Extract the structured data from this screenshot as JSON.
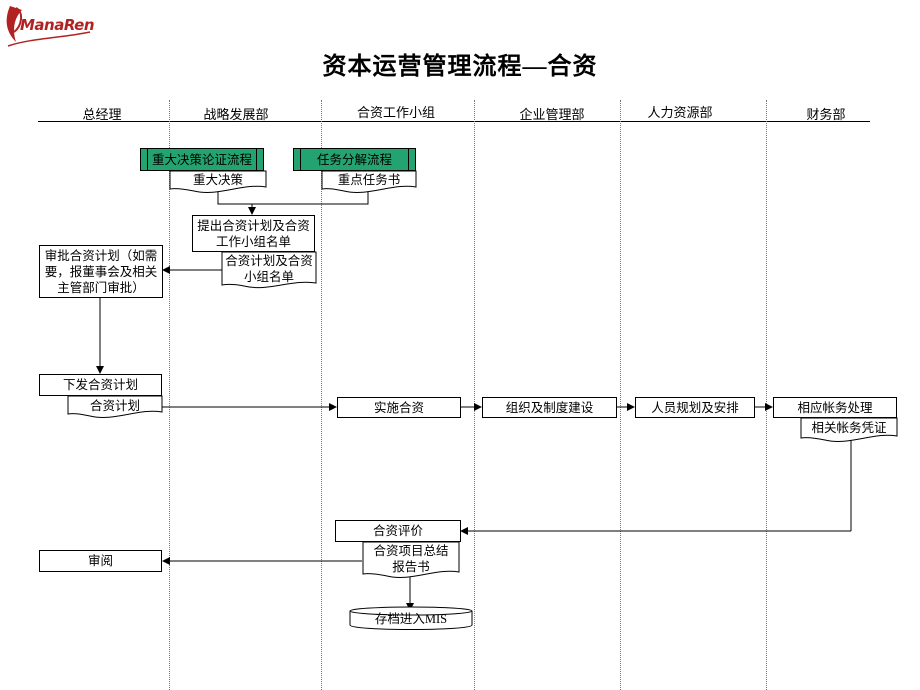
{
  "logo": {
    "text": "ManaRen"
  },
  "title": "资本运营管理流程—合资",
  "lanes": [
    "总经理",
    "战略发展部",
    "合资工作小组",
    "企业管理部",
    "人力资源部",
    "财务部"
  ],
  "nodes": {
    "major_decision_flow": "重大决策论证流程",
    "major_decision_doc": "重大决策",
    "task_breakdown_flow": "任务分解流程",
    "key_task_doc": "重点任务书",
    "propose_plan": "提出合资计划及合资工作小组名单",
    "plan_list_doc": "合资计划及合资小组名单",
    "approve_plan": "审批合资计划（如需要，报董事会及相关主管部门审批）",
    "issue_plan": "下发合资计划",
    "plan_doc": "合资计划",
    "implement": "实施合资",
    "org_build": "组织及制度建设",
    "staff_plan": "人员规划及安排",
    "accounting": "相应帐务处理",
    "voucher_doc": "相关帐务凭证",
    "evaluate": "合资评价",
    "summary_doc": "合资项目总结报告书",
    "review": "审阅",
    "archive": "存档进入MIS"
  },
  "colors": {
    "process_highlight": "#22a36f",
    "logo": "#b22222"
  }
}
